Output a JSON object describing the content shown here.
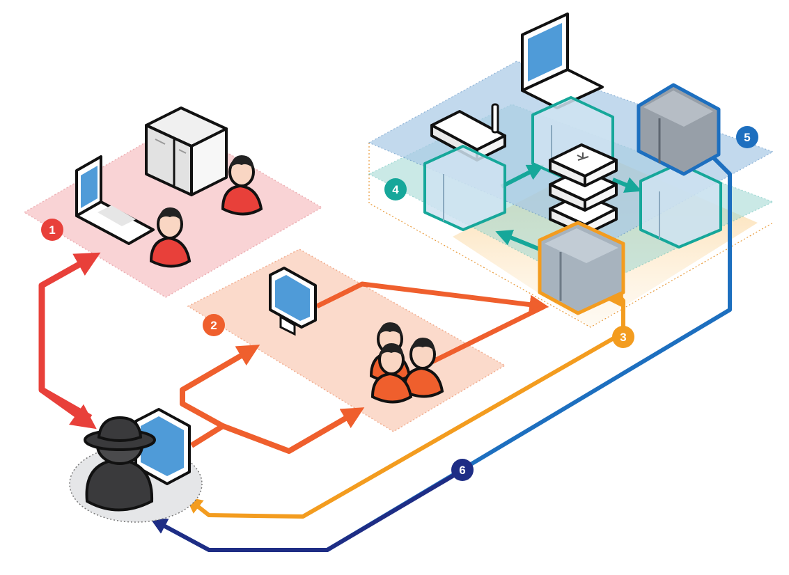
{
  "steps": [
    {
      "label": "1",
      "color": "#e8403a"
    },
    {
      "label": "2",
      "color": "#ef5f2d"
    },
    {
      "label": "3",
      "color": "#f39c1f"
    },
    {
      "label": "4",
      "color": "#16a79a"
    },
    {
      "label": "5",
      "color": "#1d6fbf"
    },
    {
      "label": "6",
      "color": "#1e2d85"
    }
  ],
  "icons": {
    "zone1": [
      "laptop-icon",
      "server-icon",
      "user-icon",
      "user-icon"
    ],
    "zone2": [
      "monitor-icon",
      "user-group-icon"
    ],
    "zone4": [
      "router-icon",
      "laptop-icon",
      "server-icon",
      "usb-storage-icon"
    ],
    "attacker": "hacker-icon"
  }
}
